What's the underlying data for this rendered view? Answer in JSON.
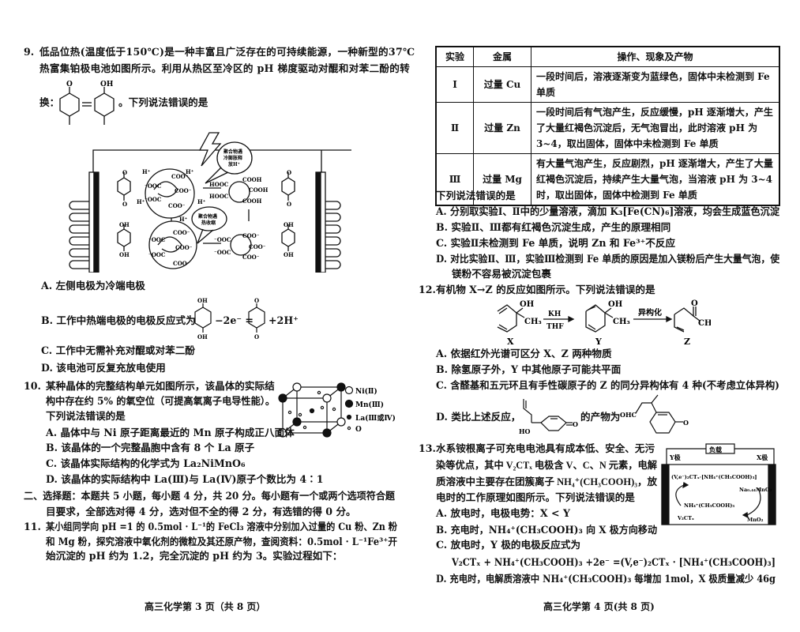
{
  "q9": {
    "num": "9.",
    "line1": "低品位热(温度低于150℃)是一种丰富且广泛存在的可持续能源，一种新型的37℃",
    "line2": "热富集铂极电池如图所示。利用从热区至冷区的 pH 梯度驱动对醌和对苯二酚的转",
    "line3_prefix": "换：",
    "line3_suffix": "。下列说法错误的是",
    "struct_labels": {
      "o": "O",
      "oh": "OH"
    },
    "figure": {
      "bubble_top": [
        "聚合物遇",
        "冷膨胀释",
        "放H⁺"
      ],
      "bubble_bottom": [
        "聚合物遇",
        "热收缩"
      ],
      "h_plus": "H⁺",
      "coo_minus": "COO⁻",
      "minus_ooc": "⁻OOC",
      "hooc": "HOOC",
      "cooh": "COOH"
    },
    "options": [
      "A. 左侧电极为冷端电极",
      "B. 工作中热端电极的电极反应式为",
      "C. 工作中无需补充对醌或对苯二酚",
      "D. 该电池可反复充放电使用"
    ],
    "optB_mid": "−2e⁻ =",
    "optB_end": "+2H⁺"
  },
  "q10": {
    "num": "10.",
    "lines": [
      "某种晶体的完整结构单元如图所示，该晶体的实际结",
      "构中存在约 5% 的氧空位（可提高氧离子电导性能）。",
      "下列说法错误的是"
    ],
    "legend": [
      "Ni(Ⅱ)",
      "Mn(Ⅲ)",
      "La(Ⅲ或Ⅳ)",
      "O"
    ],
    "options": [
      "A. 晶体中与 Ni 原子距离最近的 Mn 原子构成正八面体",
      "B. 该晶体的一个完整晶胞中含有 8 个 La 原子",
      "C. 该晶体实际结构的化学式为 La₂NiMnO₆",
      "D. 该晶体的实际结构中 La(Ⅲ)与 La(Ⅳ)原子个数比为 4∶1"
    ]
  },
  "section2": [
    "二、选择题：本题共 5 小题，每小题 4 分，共 20 分。每小题有一个或两个选项符合题",
    "目要求，全部选对得 4 分，选对但不全的得 2 分，有选错的得 0 分。"
  ],
  "q11": {
    "num": "11.",
    "lines": [
      "某小组同学向 pH =1 的 0.5mol · L⁻¹的 FeCl₃ 溶液中分别加入过量的 Cu 粉、Zn 粉",
      "和 Mg 粉，探究溶液中氧化剂的微粒及其还原产物，查阅资料：0.5mol · L⁻¹Fe³⁺开",
      "始沉淀的 pH 约为 1.2，完全沉淀的 pH 约为 3。实验过程如下："
    ],
    "table": {
      "headers": [
        "实验",
        "金属",
        "操作、现象及产物"
      ],
      "rows": [
        {
          "id": "Ⅰ",
          "metal": "过量 Cu",
          "desc": "一段时间后，溶液逐渐变为蓝绿色，固体中未检测到 Fe 单质"
        },
        {
          "id": "Ⅱ",
          "metal": "过量 Zn",
          "desc": "一段时间后有气泡产生，反应缓慢，pH 逐渐增大，产生了大量红褐色沉淀后，无气泡冒出，此时溶液 pH 为 3~4，取出固体，固体中未检测到 Fe 单质"
        },
        {
          "id": "Ⅲ",
          "metal": "过量 Mg",
          "desc": "有大量气泡产生，反应剧烈，pH 逐渐增大，产生了大量红褐色沉淀后，持续产生大量气泡，当溶液 pH 为 3~4 时，取出固体，固体中检测到 Fe 单质"
        }
      ]
    },
    "question": "下列说法错误的是",
    "options": [
      "A. 分别取实验Ⅰ、Ⅱ中的少量溶液，滴加 K₃[Fe(CN)₆]溶液，均会生成蓝色沉淀",
      "B. 实验Ⅱ、Ⅲ都有红褐色沉淀生成，产生的原理相同",
      "C. 实验Ⅱ未检测到 Fe 单质，说明 Zn 和 Fe³⁺不反应",
      "D. 对比实验Ⅱ、Ⅲ，实验Ⅲ检测到 Fe 单质的原因是加入镁粉后产生大量气泡，使",
      "镁粉不容易被沉淀包裹"
    ]
  },
  "q12": {
    "num": "12.",
    "stem": "有机物 X→Z 的反应如图所示。下列说法错误的是",
    "scheme": {
      "reagent_top": "KH",
      "reagent_bottom": "THF",
      "isomerize": "异构化",
      "oh": "OH",
      "ch3": "CH₃",
      "o": "O",
      "hooh": "HO",
      "ohc": "OHC",
      "labels": [
        "X",
        "Y",
        "Z"
      ]
    },
    "options": [
      "A. 依据红外光谱可区分 X、Z 两种物质",
      "B. 除氢原子外，Y 中其他原子可能共平面",
      "C. 含醛基和五元环且有手性碳原子的 Z 的同分异构体有 4 种(不考虑立体异构)",
      "D. 类比上述反应，"
    ],
    "optD_mid": "的产物为"
  },
  "q13": {
    "num": "13.",
    "lines": [
      "水系铵根离子可充电电池具有成本低、安全、无污",
      "染等优点，其中 V₂CTₓ 电极含 V、C、N 元素，电解",
      "质溶液中主要存在团簇离子 NH₄⁺(CH₃COOH)₃，放",
      "电时的工作原理如图所示。下列说法错误的是"
    ],
    "figure": {
      "load": "负载",
      "y_pole": "Y极",
      "x_pole": "X极",
      "top_species": "(V,e⁻)₂CTₓ·[NH₄⁺(CH₃COOH)₃]",
      "na_mno2": "Na₀.₄₄MnO₂",
      "cluster": "NH₄⁺(CH₃COOH)₃",
      "v2ctx": "V₂CTₓ",
      "mno2": "MnO₂"
    },
    "options": [
      "A. 放电时，电极电势：X < Y",
      "B. 充电时，NH₄⁺(CH₃COOH)₃ 向 X 极方向移动",
      "C. 放电时，Y 极的电极反应式为",
      "V₂CTₓ + NH₄⁺(CH₃COOH)₃ +2e⁻ =(V,e⁻)₂CTₓ · [NH₄⁺(CH₃COOH)₃]",
      "D. 充电时，电解质溶液中 NH₄⁺(CH₃COOH)₃ 每增加 1mol，X 极质量减少 46g"
    ]
  },
  "footer": {
    "left": "高三化学第 3 页（共 8 页）",
    "right": "高三化学第 4 页(共 8 页)"
  }
}
